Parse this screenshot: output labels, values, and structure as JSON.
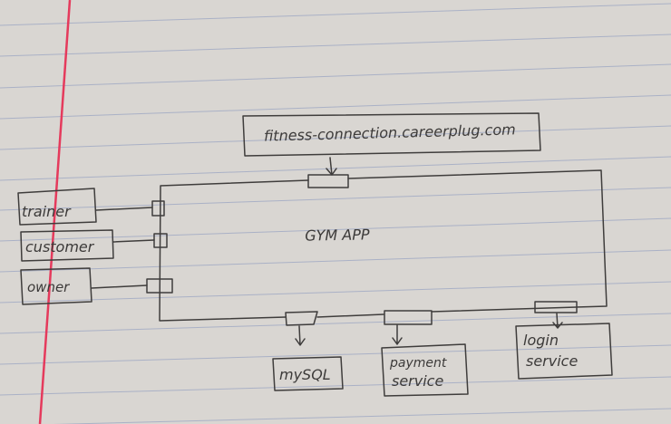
{
  "diagram": {
    "url_box": "fitness-connection.careerplug.com",
    "app": "GYM APP",
    "left": [
      "trainer",
      "customer",
      "owner"
    ],
    "bottom": {
      "mysql": "mySQL",
      "payment_line1": "payment",
      "payment_line2": "service",
      "login_line1": "login",
      "login_line2": "service"
    }
  },
  "colors": {
    "paper": "#d9d6d2",
    "rule_lines": "#aab1c6",
    "margin_line": "#e53a5c",
    "ink": "#3f3d3c"
  }
}
